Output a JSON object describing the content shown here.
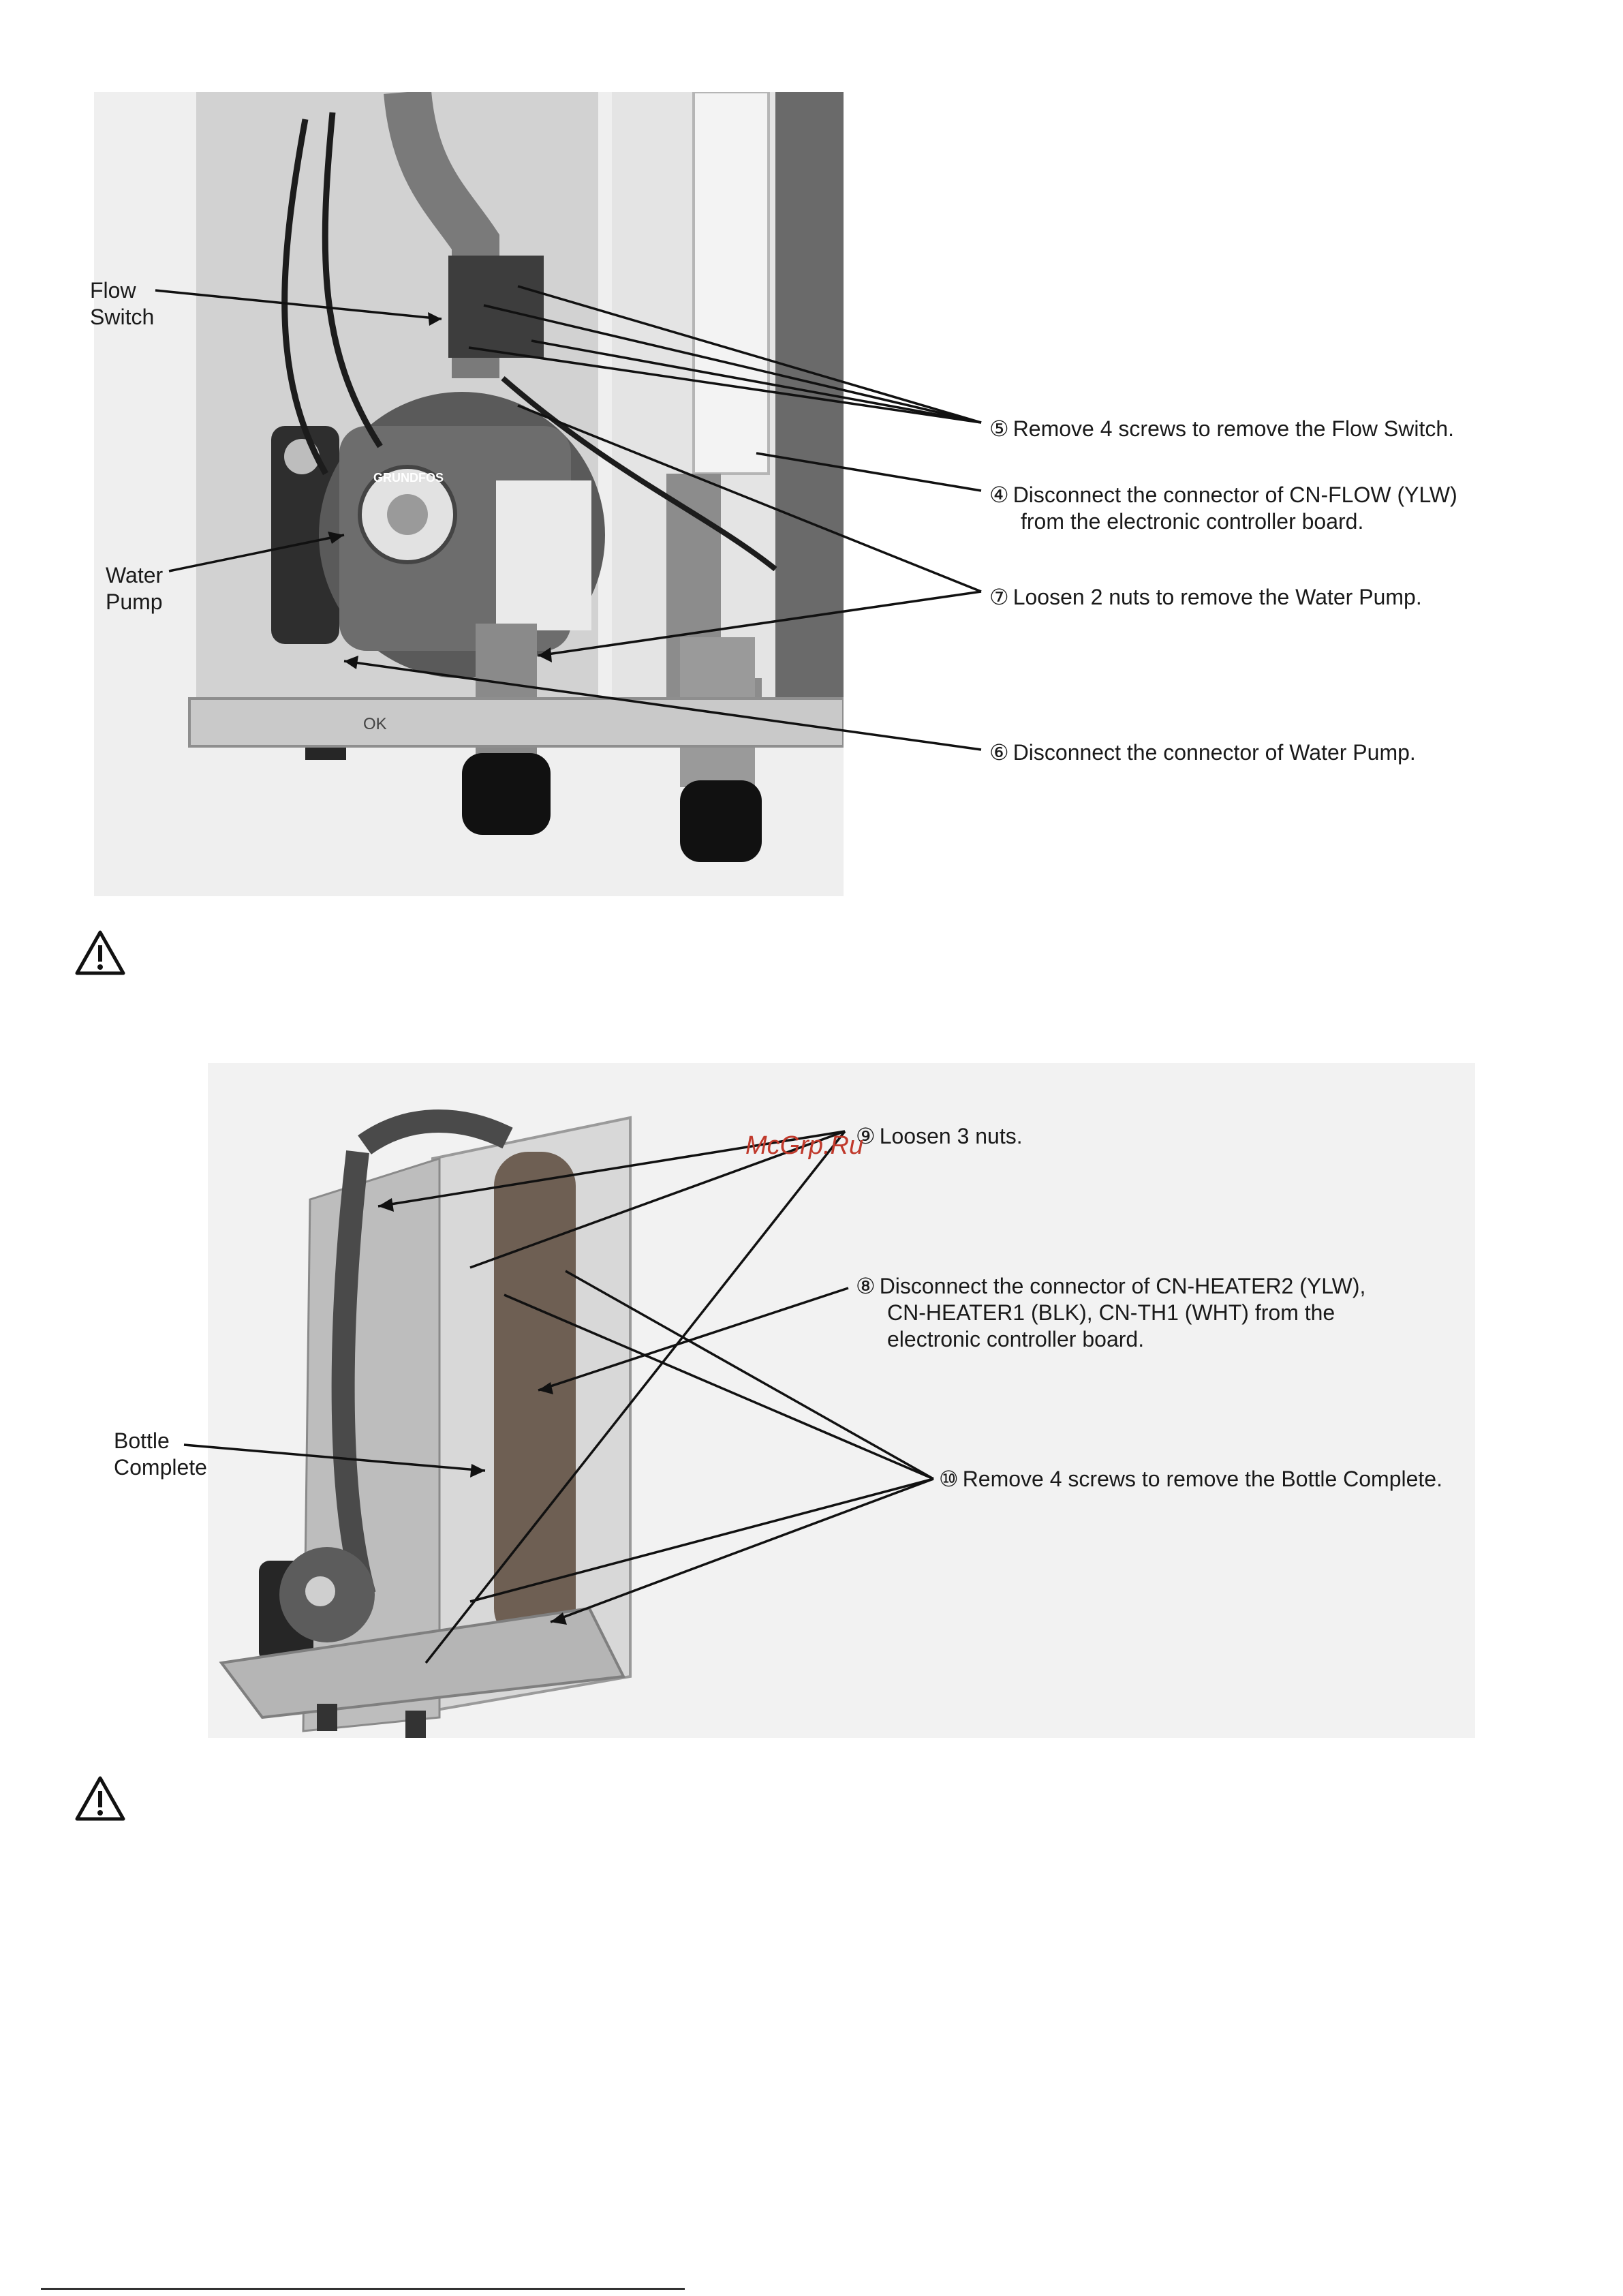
{
  "figure1": {
    "labels": {
      "flow_switch": [
        "Flow",
        "Switch"
      ],
      "water_pump": [
        "Water",
        "Pump"
      ]
    },
    "steps": [
      {
        "num": "⑤",
        "text": "Remove 4 screws to remove the Flow Switch."
      },
      {
        "num": "④",
        "text": "Disconnect the connector of CN-FLOW (YLW)",
        "text2": "from the electronic controller board."
      },
      {
        "num": "⑦",
        "text": "Loosen 2 nuts to remove the Water Pump."
      },
      {
        "num": "⑥",
        "text": "Disconnect the connector of Water Pump."
      }
    ],
    "pump_brand": "GRUNDFOS",
    "floor_mark": "OK"
  },
  "figure2": {
    "labels": {
      "bottle_complete": [
        "Bottle",
        "Complete"
      ]
    },
    "steps": [
      {
        "num": "⑨",
        "text": "Loosen 3 nuts."
      },
      {
        "num": "⑧",
        "text": "Disconnect the connector of CN-HEATER2 (YLW),",
        "text2": "CN-HEATER1 (BLK), CN-TH1 (WHT) from the",
        "text3": "electronic controller board."
      },
      {
        "num": "⑩",
        "text": "Remove 4 screws to remove the Bottle Complete."
      }
    ]
  },
  "watermark": "McGrp.Ru",
  "colors": {
    "text": "#1a1a1a",
    "watermark": "#c0392b",
    "leader": "#111111"
  }
}
